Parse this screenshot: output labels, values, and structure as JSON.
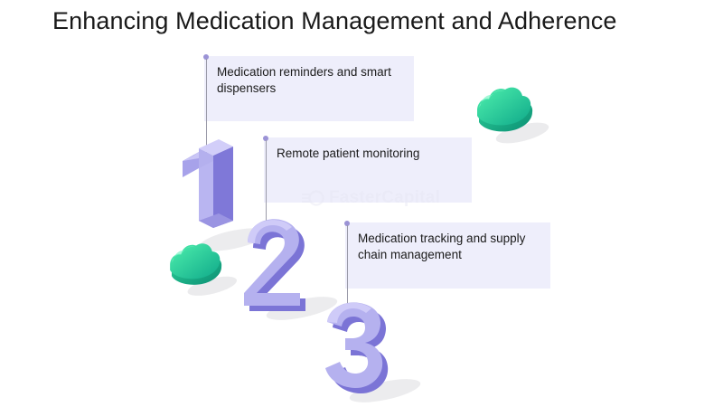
{
  "page": {
    "title": "Enhancing Medication Management and Adherence",
    "background_color": "#ffffff"
  },
  "theme": {
    "panel_fill": "#eeeefb",
    "numeral_front": "#b7b3f0",
    "numeral_side": "#7b74d6",
    "numeral_top": "#cfcbf8",
    "connector_dot": "#9b93d6",
    "connector_line": "#9a9aa8",
    "cloud_light": "#3be0a0",
    "cloud_dark": "#0fa98a",
    "shadow": "#e8e8ea",
    "title_color": "#1a1a1a",
    "body_text_color": "#1b1b1b"
  },
  "steps": [
    {
      "number": "1",
      "text": "Medication reminders and smart dispensers"
    },
    {
      "number": "2",
      "text": "Remote patient monitoring"
    },
    {
      "number": "3",
      "text": "Medication tracking and supply chain management"
    }
  ],
  "ornaments": [
    {
      "name": "cloud-right",
      "icon": "cloud-3d-icon"
    },
    {
      "name": "cloud-left",
      "icon": "cloud-3d-icon"
    }
  ],
  "watermark": {
    "text": "FasterCapital",
    "icon": "fastercapital-logo-icon"
  }
}
